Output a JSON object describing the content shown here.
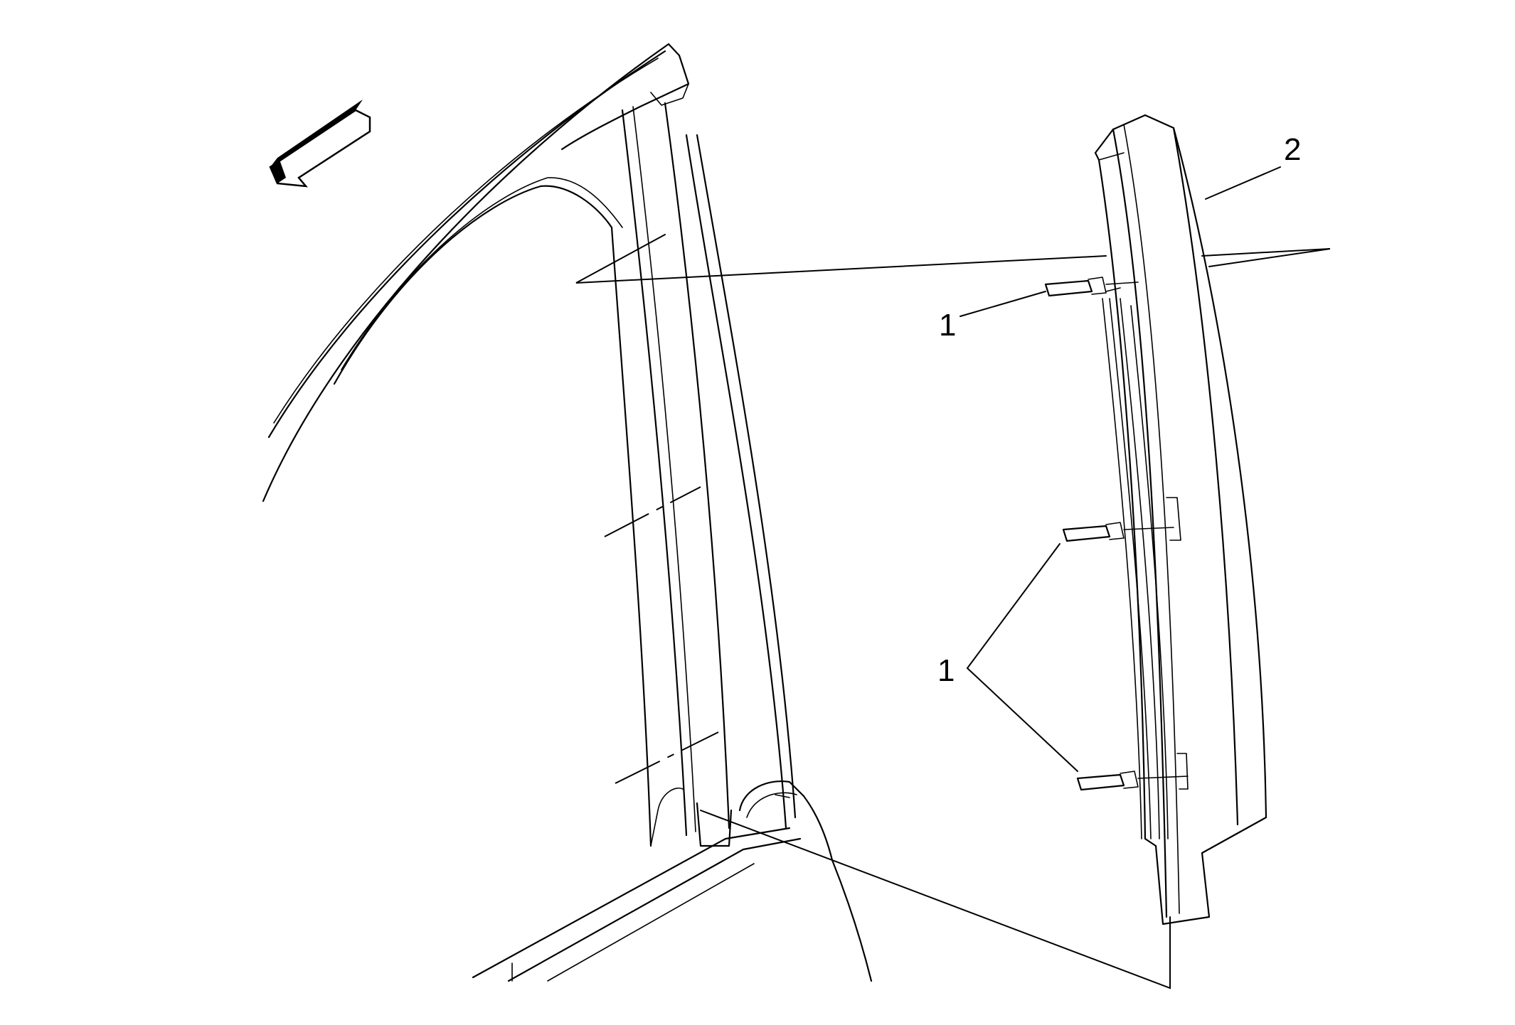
{
  "callouts": [
    {
      "id": "fastener-upper",
      "label": "1"
    },
    {
      "id": "fasteners-lower",
      "label": "1"
    },
    {
      "id": "applique",
      "label": "2"
    }
  ],
  "icons": {
    "direction_arrow": "front-direction-arrow-icon"
  },
  "colors": {
    "line": "#000000",
    "background": "#ffffff"
  }
}
